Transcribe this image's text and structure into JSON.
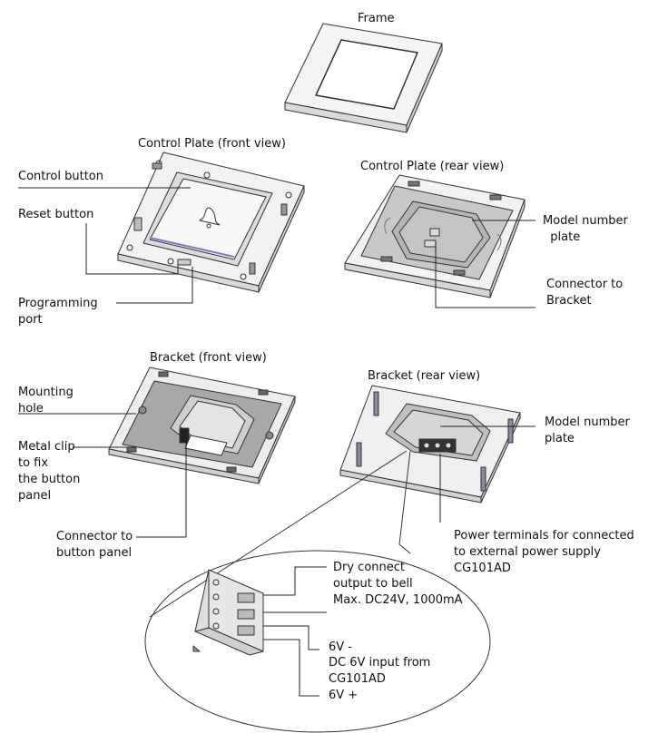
{
  "parts": {
    "frame": {
      "title": "Frame"
    },
    "control_front": {
      "title": "Control Plate (front view)",
      "control_button": "Control button",
      "reset_button": "Reset button",
      "programming_port": "Programming\nport"
    },
    "control_rear": {
      "title": "Control Plate (rear view)",
      "model_plate": "Model number\n  plate",
      "connector_bracket": "Connector to\nBracket"
    },
    "bracket_front": {
      "title": "Bracket (front view)",
      "mounting_hole": "Mounting\nhole",
      "metal_clip": "Metal clip\nto fix\nthe button\npanel",
      "connector_panel": "Connector to\nbutton panel"
    },
    "bracket_rear": {
      "title": "Bracket (rear view)",
      "model_plate": "Model number\nplate",
      "power_terminals": "Power terminals for connected\nto external power supply\nCG101AD"
    },
    "terminal_detail": {
      "dry_connect": "Dry connect\noutput to bell\nMax. DC24V, 1000mA",
      "minus": "6V -",
      "dc_input": "DC 6V input from\nCG101AD",
      "plus": "6V +"
    }
  }
}
